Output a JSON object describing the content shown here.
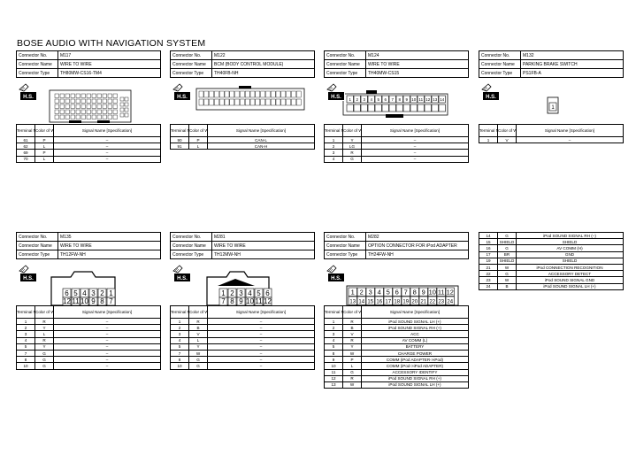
{
  "title": "BOSE AUDIO WITH NAVIGATION SYSTEM",
  "labels": {
    "connector_no": "Connector No.",
    "connector_name": "Connector Name",
    "connector_type": "Connector Type",
    "terminal_no": "Terminal No.",
    "color_of_wire": "Color of Wire",
    "signal_name": "Signal Name [Specification]",
    "hs": "H.S."
  },
  "connectors": [
    {
      "no": "M117",
      "name": "WIRE TO WIRE",
      "type": "TH80MW-CS16-TM4",
      "rows": [
        [
          "61",
          "P",
          "–"
        ],
        [
          "62",
          "L",
          "–"
        ],
        [
          "69",
          "P",
          "–"
        ],
        [
          "70",
          "L",
          "–"
        ]
      ]
    },
    {
      "no": "M122",
      "name": "BCM (BODY CONTROL MODULE)",
      "type": "TH40FB-NH",
      "rows": [
        [
          "90",
          "P",
          "CAN-L"
        ],
        [
          "91",
          "L",
          "CAN-H"
        ]
      ]
    },
    {
      "no": "M124",
      "name": "WIRE TO WIRE",
      "type": "TH40MW-CS15",
      "rows": [
        [
          "1",
          "Y",
          "–"
        ],
        [
          "2",
          "LG",
          "–"
        ],
        [
          "3",
          "R",
          "–"
        ],
        [
          "4",
          "G",
          "–"
        ]
      ]
    },
    {
      "no": "M132",
      "name": "PARKING BRAKE SWITCH",
      "type": "PS1FB-A",
      "rows": [
        [
          "1",
          "V",
          "–"
        ]
      ]
    },
    {
      "no": "M135",
      "name": "WIRE TO WIRE",
      "type": "TH12FW-NH",
      "rows": [
        [
          "1",
          "R",
          "–"
        ],
        [
          "2",
          "Y",
          "–"
        ],
        [
          "3",
          "L",
          "–"
        ],
        [
          "4",
          "R",
          "–"
        ],
        [
          "5",
          "Y",
          "–"
        ],
        [
          "7",
          "G",
          "–"
        ],
        [
          "8",
          "G",
          "–"
        ],
        [
          "10",
          "G",
          "–"
        ]
      ]
    },
    {
      "no": "M281",
      "name": "WIRE TO WIRE",
      "type": "TH12MW-NH",
      "rows": [
        [
          "1",
          "R",
          "–"
        ],
        [
          "2",
          "B",
          "–"
        ],
        [
          "3",
          "V",
          "–"
        ],
        [
          "4",
          "L",
          "–"
        ],
        [
          "5",
          "Y",
          "–"
        ],
        [
          "7",
          "W",
          "–"
        ],
        [
          "8",
          "G",
          "–"
        ],
        [
          "10",
          "G",
          "–"
        ]
      ]
    },
    {
      "no": "M282",
      "name": "OPTION CONNECTOR FOR iPod ADAPTER",
      "type": "TH24FW-NH",
      "rows": [
        [
          "1",
          "R",
          "iPod SOUND SIGNAL LH (+)"
        ],
        [
          "2",
          "B",
          "iPod SOUND SIGNAL RH (+)"
        ],
        [
          "3",
          "V",
          "ACC"
        ],
        [
          "4",
          "R",
          "AV COMM (L)"
        ],
        [
          "5",
          "Y",
          "BATTERY"
        ],
        [
          "8",
          "W",
          "CHARGE POWER"
        ],
        [
          "9",
          "P",
          "COMM (iPod ADAPTER->iPod)"
        ],
        [
          "10",
          "L",
          "COMM (iPod->iPod ADAPTER)"
        ],
        [
          "11",
          "G",
          "ACCESSORY IDENTIFY"
        ],
        [
          "12",
          "R",
          "iPod SOUND SIGNAL RH (+)"
        ],
        [
          "13",
          "W",
          "iPod SOUND SIGNAL LH (+)"
        ]
      ]
    }
  ],
  "continuation": [
    [
      "14",
      "G",
      "iPod SOUND SIGNAL RH (–)"
    ],
    [
      "15",
      "SHIELD",
      "SHIELD"
    ],
    [
      "16",
      "G",
      "AV COMM (H)"
    ],
    [
      "17",
      "BR",
      "GND"
    ],
    [
      "19",
      "SHIELD",
      "SHIELD"
    ],
    [
      "21",
      "W",
      "iPod CONNECTION RECOGNITION"
    ],
    [
      "22",
      "G",
      "ACCESSORY DETECT"
    ],
    [
      "23",
      "W",
      "iPod SOUND SIGNAL GND"
    ],
    [
      "24",
      "B",
      "iPod SOUND SIGNAL LH (+)"
    ]
  ],
  "pins": {
    "m124_top": [
      "1",
      "2",
      "3",
      "4",
      "5",
      "6",
      "7",
      "8",
      "9",
      "10",
      "11",
      "12",
      "13",
      "14"
    ],
    "m132": [
      "1"
    ],
    "m135_top": [
      "6",
      "5",
      "4",
      "3",
      "2",
      "1"
    ],
    "m135_bot": [
      "12",
      "11",
      "10",
      "9",
      "8",
      "7"
    ],
    "m281_top": [
      "1",
      "2",
      "3",
      "4",
      "5",
      "6"
    ],
    "m281_bot": [
      "7",
      "8",
      "9",
      "10",
      "11",
      "12"
    ],
    "m282_top": [
      "1",
      "2",
      "3",
      "4",
      "5",
      "6",
      "7",
      "8",
      "9",
      "10",
      "11",
      "12"
    ],
    "m282_bot": [
      "13",
      "14",
      "15",
      "16",
      "17",
      "18",
      "19",
      "20",
      "21",
      "22",
      "23",
      "24"
    ]
  }
}
